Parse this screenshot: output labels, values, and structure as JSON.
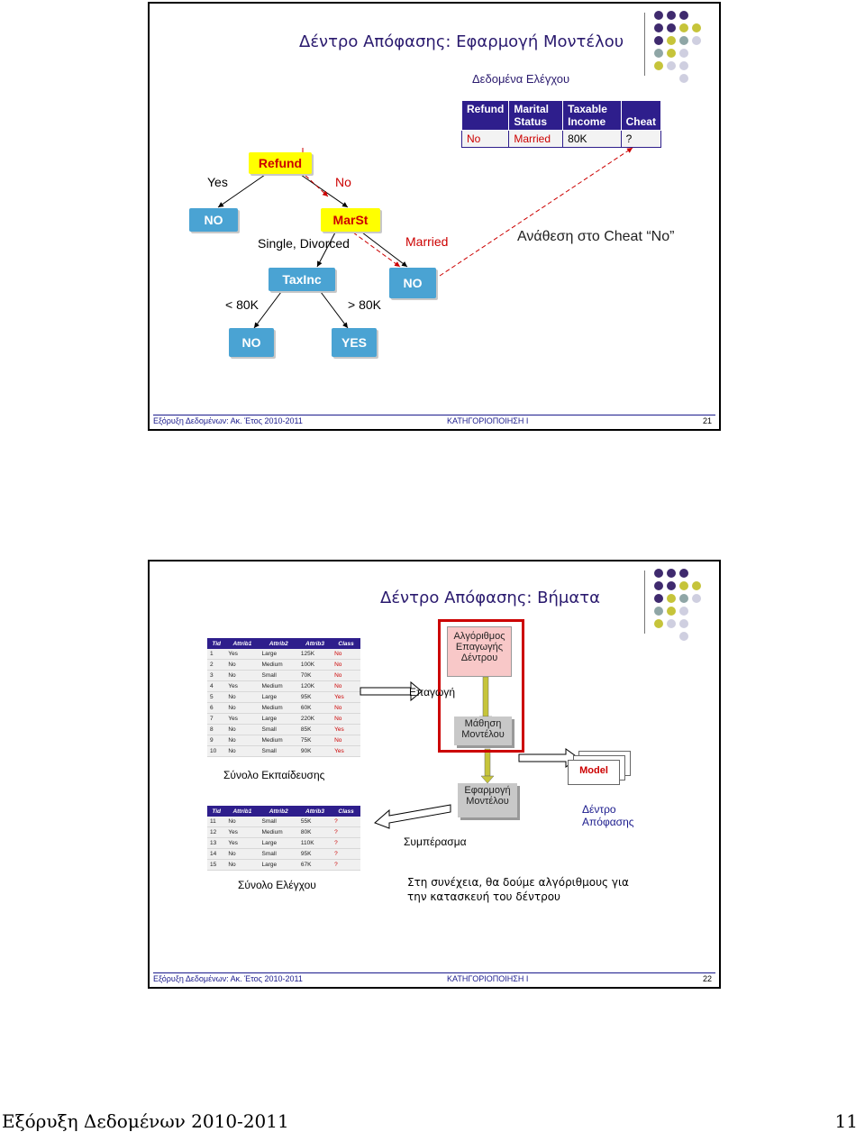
{
  "slide1": {
    "title": "Δέντρο Απόφασης: Εφαρμογή Μοντέλου",
    "subtitle": "Δεδομένα Ελέγχου",
    "test_table": {
      "headers": [
        "Refund",
        "Marital Status",
        "Taxable Income",
        "Cheat"
      ],
      "row": [
        "No",
        "Married",
        "80K",
        "?"
      ]
    },
    "tree": {
      "refund": "Refund",
      "yes": "Yes",
      "no": "No",
      "no_leaf1": "NO",
      "marst": "MarSt",
      "single_divorced": "Single, Divorced",
      "married": "Married",
      "taxinc": "TaxInc",
      "no_leaf2": "NO",
      "lt80": "< 80K",
      "gt80": "> 80K",
      "no_leaf3": "NO",
      "yes_leaf": "YES"
    },
    "assignment": "Ανάθεση στο Cheat “No”",
    "footer_left": "Εξόρυξη Δεδομένων: Ακ. Έτος 2010-2011",
    "footer_center": "ΚΑΤΗΓΟΡΙΟΠΟΙΗΣΗ Ι",
    "page": "21"
  },
  "slide2": {
    "title": "Δέντρο Απόφασης: Βήματα",
    "train_table": {
      "headers": [
        "Tid",
        "Attrib1",
        "Attrib2",
        "Attrib3",
        "Class"
      ],
      "rows": [
        [
          "1",
          "Yes",
          "Large",
          "125K",
          "No"
        ],
        [
          "2",
          "No",
          "Medium",
          "100K",
          "No"
        ],
        [
          "3",
          "No",
          "Small",
          "70K",
          "No"
        ],
        [
          "4",
          "Yes",
          "Medium",
          "120K",
          "No"
        ],
        [
          "5",
          "No",
          "Large",
          "95K",
          "Yes"
        ],
        [
          "6",
          "No",
          "Medium",
          "60K",
          "No"
        ],
        [
          "7",
          "Yes",
          "Large",
          "220K",
          "No"
        ],
        [
          "8",
          "No",
          "Small",
          "85K",
          "Yes"
        ],
        [
          "9",
          "No",
          "Medium",
          "75K",
          "No"
        ],
        [
          "10",
          "No",
          "Small",
          "90K",
          "Yes"
        ]
      ]
    },
    "train_label": "Σύνολο Εκπαίδευσης",
    "test_table": {
      "headers": [
        "Tid",
        "Attrib1",
        "Attrib2",
        "Attrib3",
        "Class"
      ],
      "rows": [
        [
          "11",
          "No",
          "Small",
          "55K",
          "?"
        ],
        [
          "12",
          "Yes",
          "Medium",
          "80K",
          "?"
        ],
        [
          "13",
          "Yes",
          "Large",
          "110K",
          "?"
        ],
        [
          "14",
          "No",
          "Small",
          "95K",
          "?"
        ],
        [
          "15",
          "No",
          "Large",
          "67K",
          "?"
        ]
      ]
    },
    "test_label": "Σύνολο Ελέγχου",
    "algorithm": "Αλγόριθμος Επαγωγής Δέντρου",
    "induction": "Επαγωγή",
    "learn_model": "Μάθηση Μοντέλου",
    "model": "Model",
    "apply_model": "Εφαρμογή Μοντέλου",
    "deduction": "Συμπέρασμα",
    "decision_tree": "Δέντρο Απόφασης",
    "note": "Στη συνέχεια, θα δούμε αλγόριθμους για την κατασκευή του δέντρου",
    "footer_left": "Εξόρυξη Δεδομένων: Ακ. Έτος 2010-2011",
    "footer_center": "ΚΑΤΗΓΟΡΙΟΠΟΙΗΣΗ Ι",
    "page": "22"
  },
  "page_footer": {
    "left": "Εξόρυξη Δεδομένων 2010-2011",
    "right": "11"
  },
  "colors": {
    "title": "#2a1a6e",
    "node": "#4aa3d3",
    "header": "#2e1e8c",
    "accent_red": "#cc0000",
    "dot_purple": "#3f2a6e",
    "dot_olive": "#c6c43a",
    "dot_teal": "#8fa6a6",
    "dot_grey": "#cfcfe0"
  }
}
